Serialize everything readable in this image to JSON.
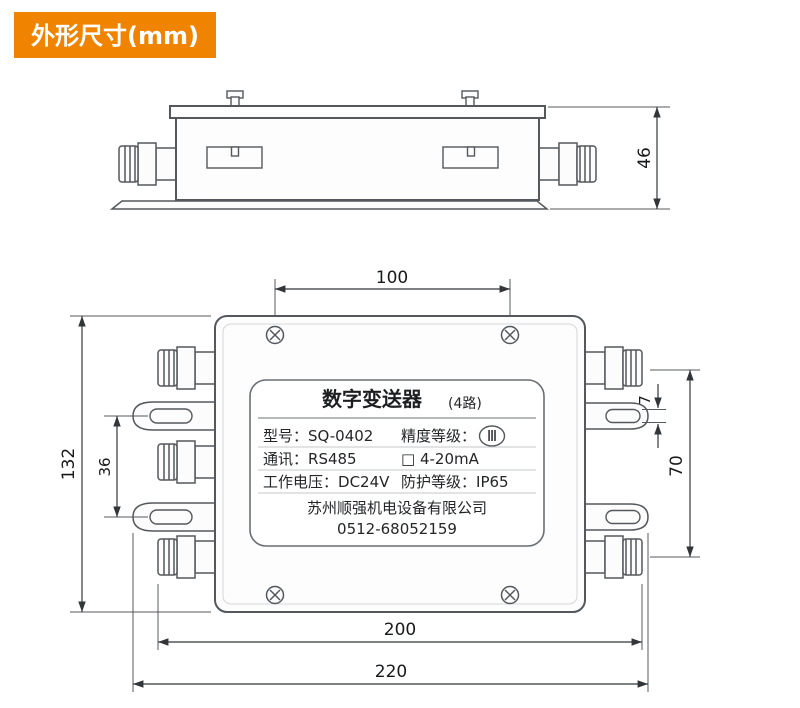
{
  "badge": {
    "text": "外形尺寸(mm)",
    "color": "#f08300"
  },
  "dims": {
    "d46": "46",
    "d100": "100",
    "d132": "132",
    "d36": "36",
    "d7": "7",
    "d70": "70",
    "d200": "200",
    "d220": "220"
  },
  "plate": {
    "title": "数字变送器",
    "channels": "(4路)",
    "model_label": "型号：",
    "model": "SQ-0402",
    "accuracy_label": "精度等级：",
    "accuracy": "Ⅲ",
    "comm_label": "通讯：",
    "comm": "RS485",
    "output": "□ 4-20mA",
    "voltage_label": "工作电压：",
    "voltage": "DC24V",
    "protection_label": "防护等级：",
    "protection": "IP65",
    "company": "苏州顺强机电设备有限公司",
    "phone": "0512-68052159"
  }
}
